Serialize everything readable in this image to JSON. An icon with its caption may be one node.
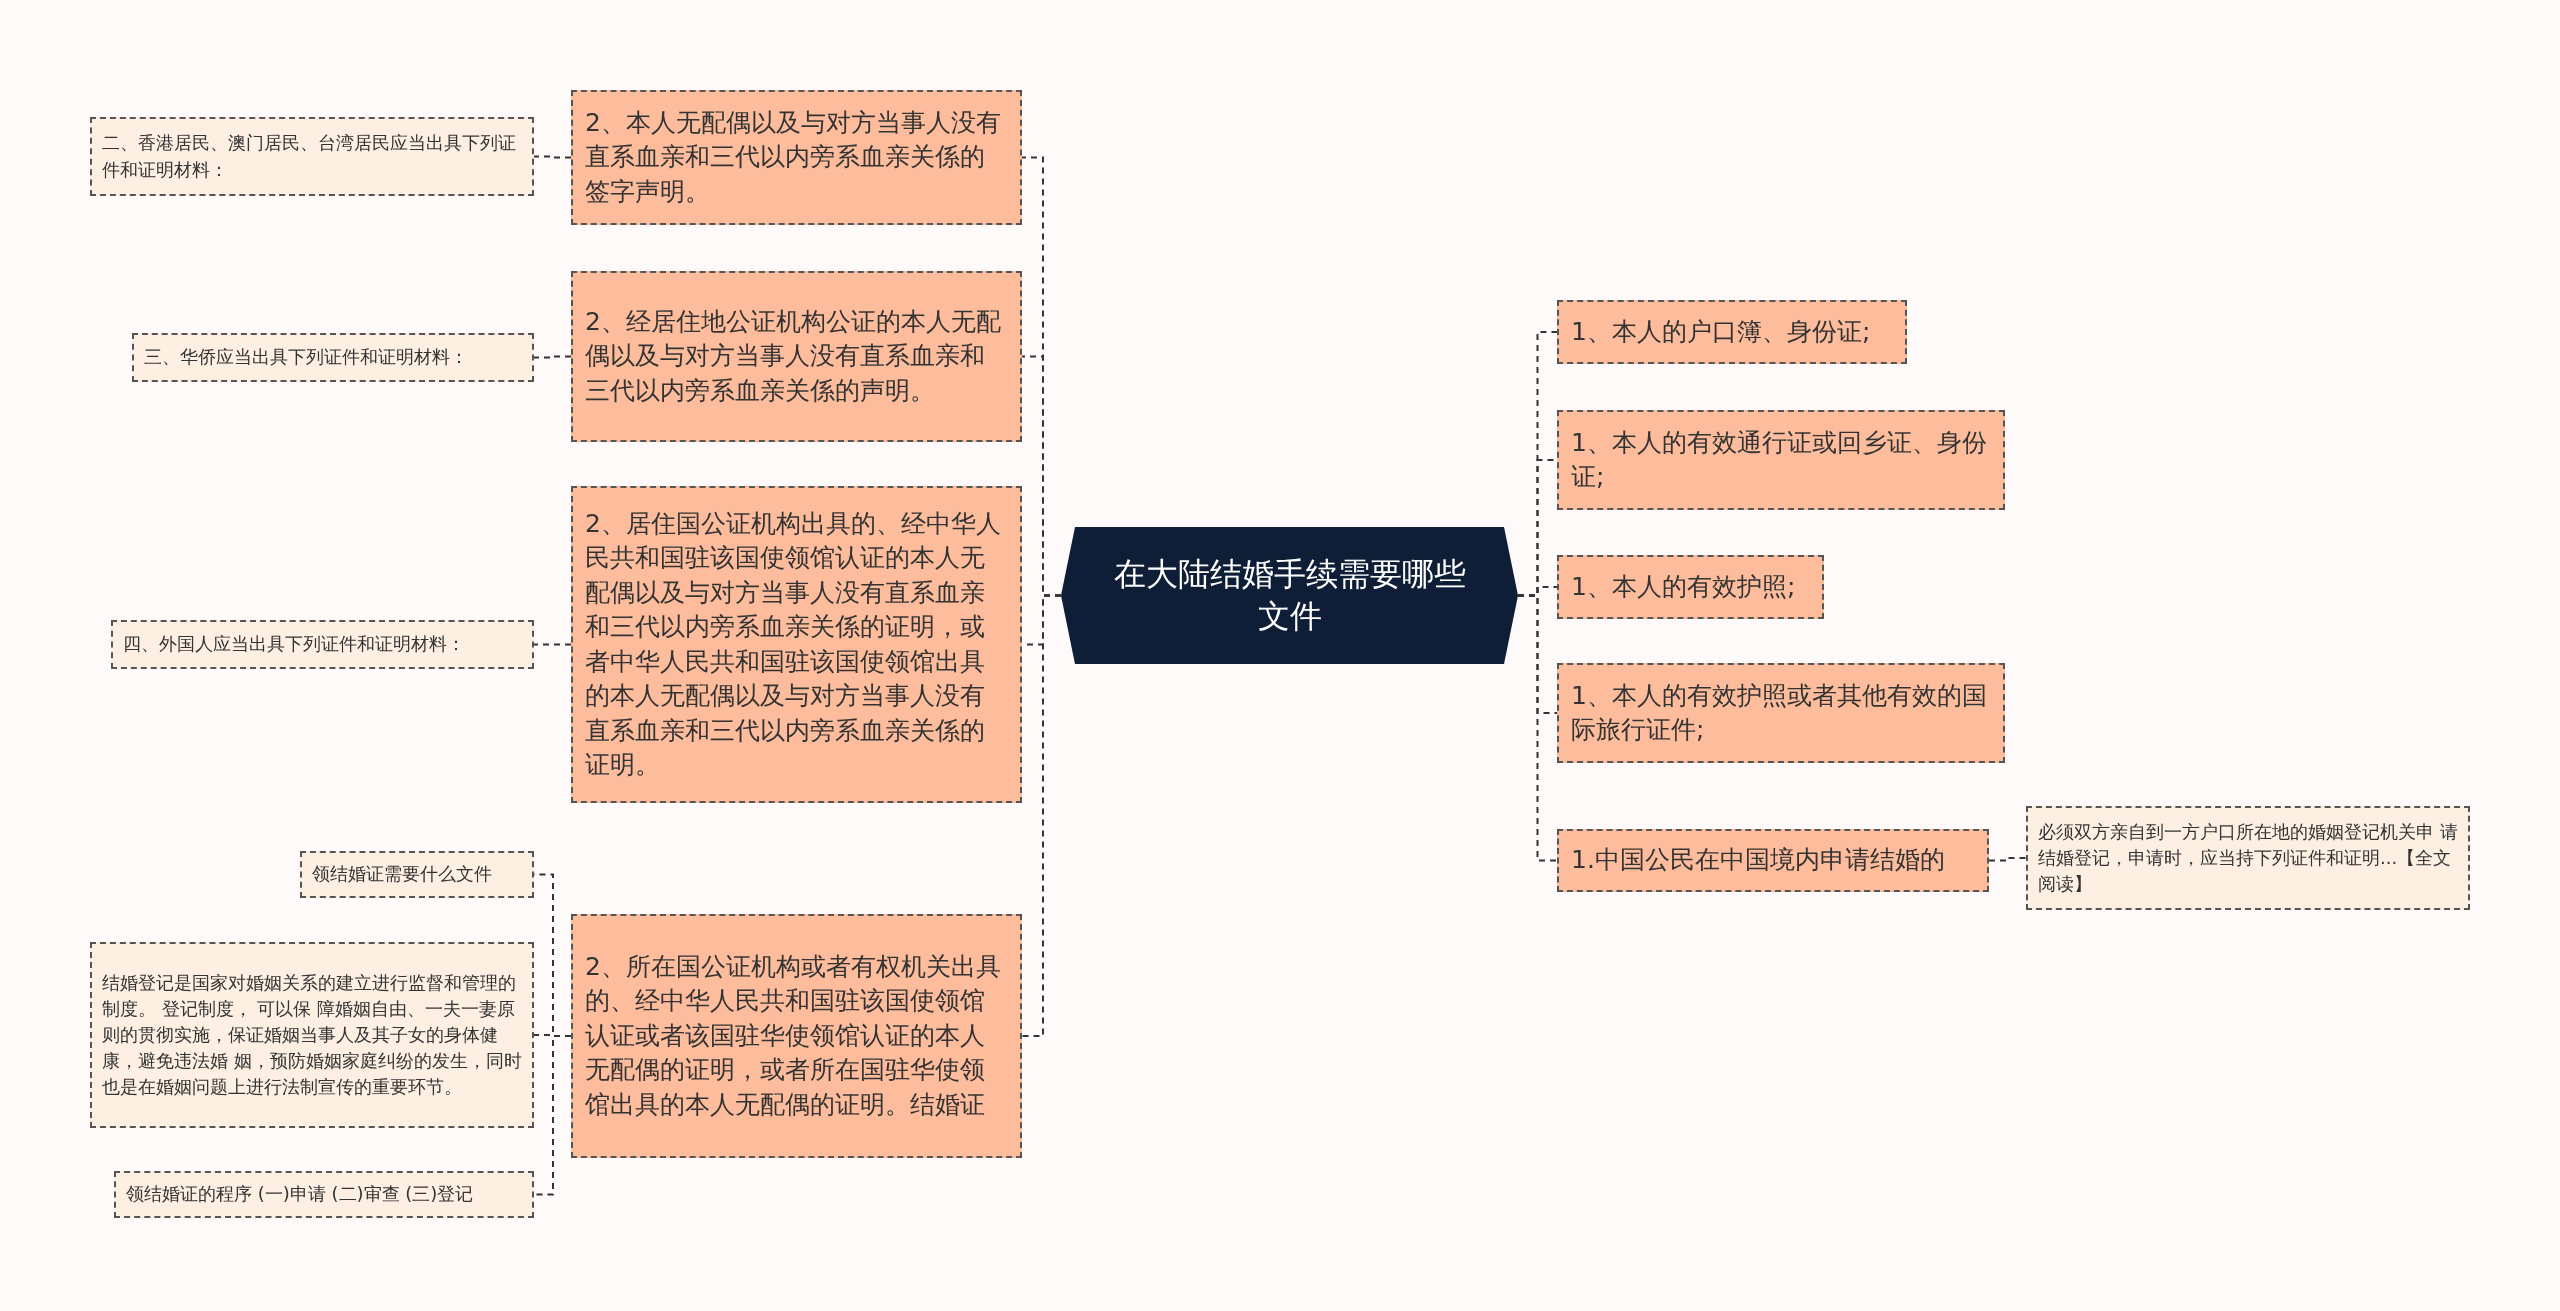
{
  "diagram": {
    "nodes": [
      {
        "text": [
          "在大陆结婚手续需要哪些文件"
        ]
      },
      {
        "text": [
          "1、本人的户口簿、身份证;"
        ]
      },
      {
        "text": [
          "1、本人的有效通行证或回乡证、身份证;"
        ]
      },
      {
        "text": [
          "1、本人的有效护照;"
        ]
      },
      {
        "text": [
          "1、本人的有效护照或者其他有效的国际旅行证件;"
        ]
      },
      {
        "text": [
          "1.中国公民在中国境内申请结婚的"
        ]
      },
      {
        "text": [
          "必须双方亲自到一方户口所在地的婚姻登记机关申 请结婚登记，申请时，应当持下列证件和证明...【全文阅读】"
        ]
      },
      {
        "text": [
          "2、本人无配偶以及与对方当事人没有直系血亲和三代以内旁系血亲关係的签字声明。"
        ]
      },
      {
        "text": [
          "二、香港居民、澳门居民、台湾居民应当出具下列证件和证明材料："
        ]
      },
      {
        "text": [
          "2、经居住地公证机构公证的本人无配偶以及与对方当事人没有直系血亲和三代以内旁系血亲关係的声明。"
        ]
      },
      {
        "text": [
          "三、华侨应当出具下列证件和证明材料："
        ]
      },
      {
        "text": [
          "2、居住国公证机构出具的、经中华人民共和国驻该国使领馆认证的本人无配偶以及与对方当事人没有直系血亲和三代以内旁系血亲关係的证明，或者中华人民共和国驻该国使领馆出具的本人无配偶以及与对方当事人没有直系血亲和三代以内旁系血亲关係的证明。"
        ]
      },
      {
        "text": [
          "四、外国人应当出具下列证件和证明材料："
        ]
      },
      {
        "text": [
          "2、所在国公证机构或者有权机关出具的、经中华人民共和国驻该国使领馆认证或者该国驻华使领馆认证的本人无配偶的证明，或者所在国驻华使领馆出具的本人无配偶的证明。结婚证"
        ]
      },
      {
        "text": [
          "领结婚证需要什么文件"
        ]
      },
      {
        "text": [
          "结婚登记是国家对婚姻关系的建立进行监督和管理的制度。 登记制度， 可以保 障婚姻自由、一夫一妻原则的贯彻实施，保证婚姻当事人及其子女的身体健康，避免违法婚 姻，预防婚姻家庭纠纷的发生，同时也是在婚姻问题上进行法制宣传的重要环节。"
        ]
      },
      {
        "text": [
          "领结婚证的程序 (一)申请 (二)审查 (三)登记"
        ]
      }
    ],
    "edges": [
      {
        "from": 0,
        "to": 1,
        "arrow": "none",
        "style": "dashed"
      },
      {
        "from": 0,
        "to": 2,
        "arrow": "none",
        "style": "dashed"
      },
      {
        "from": 0,
        "to": 3,
        "arrow": "none",
        "style": "dashed"
      },
      {
        "from": 0,
        "to": 4,
        "arrow": "none",
        "style": "dashed"
      },
      {
        "from": 0,
        "to": 5,
        "arrow": "none",
        "style": "dashed"
      },
      {
        "from": 5,
        "to": 6,
        "arrow": "none",
        "style": "dashed"
      },
      {
        "from": 0,
        "to": 7,
        "arrow": "none",
        "style": "dashed"
      },
      {
        "from": 7,
        "to": 8,
        "arrow": "none",
        "style": "dashed"
      },
      {
        "from": 0,
        "to": 9,
        "arrow": "none",
        "style": "dashed"
      },
      {
        "from": 9,
        "to": 10,
        "arrow": "none",
        "style": "dashed"
      },
      {
        "from": 0,
        "to": 11,
        "arrow": "none",
        "style": "dashed"
      },
      {
        "from": 11,
        "to": 12,
        "arrow": "none",
        "style": "dashed"
      },
      {
        "from": 0,
        "to": 13,
        "arrow": "none",
        "style": "dashed"
      },
      {
        "from": 13,
        "to": 14,
        "arrow": "none",
        "style": "dashed"
      },
      {
        "from": 13,
        "to": 15,
        "arrow": "none",
        "style": "dashed"
      },
      {
        "from": 13,
        "to": 16,
        "arrow": "none",
        "style": "dashed"
      }
    ]
  }
}
